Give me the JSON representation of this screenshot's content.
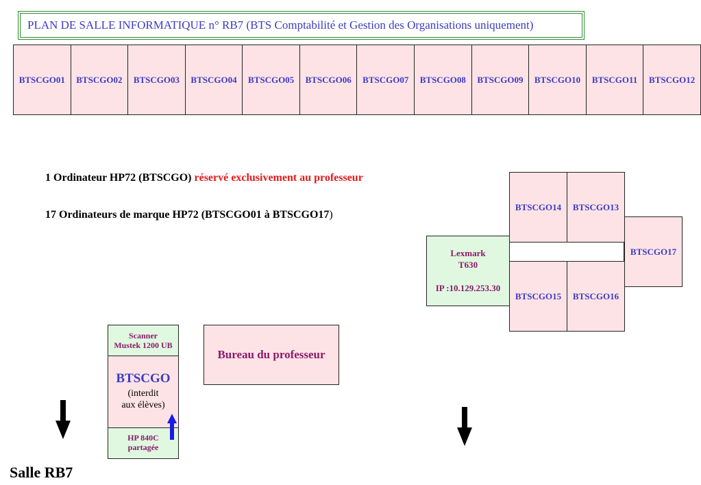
{
  "title": "PLAN DE SALLE INFORMATIQUE n° RB7 (BTS Comptabilité et Gestion des Organisations uniquement)",
  "top_row": [
    "BTSCGO01",
    "BTSCGO02",
    "BTSCGO03",
    "BTSCGO04",
    "BTSCGO05",
    "BTSCGO06",
    "BTSCGO07",
    "BTSCGO08",
    "BTSCGO09",
    "BTSCGO10",
    "BTSCGO11",
    "BTSCGO12"
  ],
  "notes": {
    "line1_part1": "1 Ordinateur HP72 (BTSCGO) ",
    "line1_part2": "réservé exclusivement au professeur",
    "line2_part1": "17 Ordinateurs de marque HP72 (BTSCGO01 à BTSCGO17",
    "line2_part2": ")"
  },
  "cluster": {
    "pc14": "BTSCGO14",
    "pc13": "BTSCGO13",
    "pc17": "BTSCGO17",
    "pc15": "BTSCGO15",
    "pc16": "BTSCGO16"
  },
  "printer": {
    "line1": "Lexmark",
    "line2": "T630",
    "ip": "IP :10.129.253.30"
  },
  "scanner": {
    "line1": "Scanner",
    "line2": "Mustek 1200 UB"
  },
  "prof_pc": {
    "name": "BTSCGO",
    "note1": "(interdit",
    "note2": "aux élèves)"
  },
  "hp840": {
    "line1": "HP 840C",
    "line2": "partagée"
  },
  "bureau": "Bureau du professeur",
  "room_name": "Salle RB7",
  "colors": {
    "pc_fill": "#fde3e6",
    "green_fill": "#e0f8e0",
    "pc_text": "#3b3bc4",
    "device_text": "#8b1a6b",
    "highlight": "#e21a1a",
    "title_border": "#2e8b2e",
    "blue_arrow": "#1a1ae6"
  }
}
